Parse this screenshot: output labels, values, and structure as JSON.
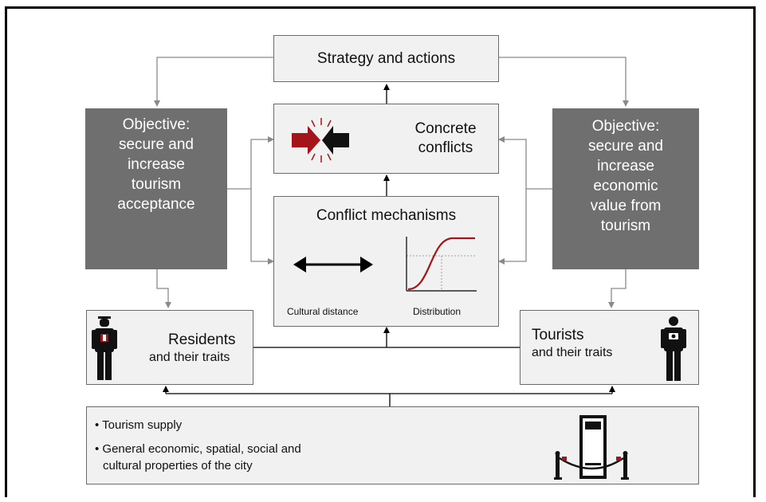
{
  "strategy": {
    "label": "Strategy and actions"
  },
  "concrete": {
    "line1": "Concrete",
    "line2": "conflicts",
    "icon": "colliding-arrows-icon"
  },
  "mechanisms": {
    "title": "Conflict mechanisms",
    "cultural_label": "Cultural distance",
    "distribution_label": "Distribution",
    "cultural_icon": "double-arrow-icon",
    "distribution_icon": "s-curve-chart-icon"
  },
  "objective_left": {
    "text": "Objective:\nsecure and\nincrease\ntourism\nacceptance"
  },
  "objective_right": {
    "text": "Objective:\nsecure and\nincrease\neconomic\nvalue from\ntourism"
  },
  "residents": {
    "title": "Residents",
    "subtitle": "and their traits",
    "icon": "resident-person-icon"
  },
  "tourists": {
    "title": "Tourists",
    "subtitle": "and their traits",
    "icon": "tourist-person-icon"
  },
  "supply": {
    "bullet1": "• Tourism supply",
    "bullet2_line1": "• General economic, spatial, social and",
    "bullet2_line2": "cultural properties of the city",
    "icon": "museum-entrance-icon"
  },
  "colors": {
    "dark_box": "#6f6f6f",
    "light_box": "#f1f1f1",
    "accent_red": "#a3151b"
  }
}
